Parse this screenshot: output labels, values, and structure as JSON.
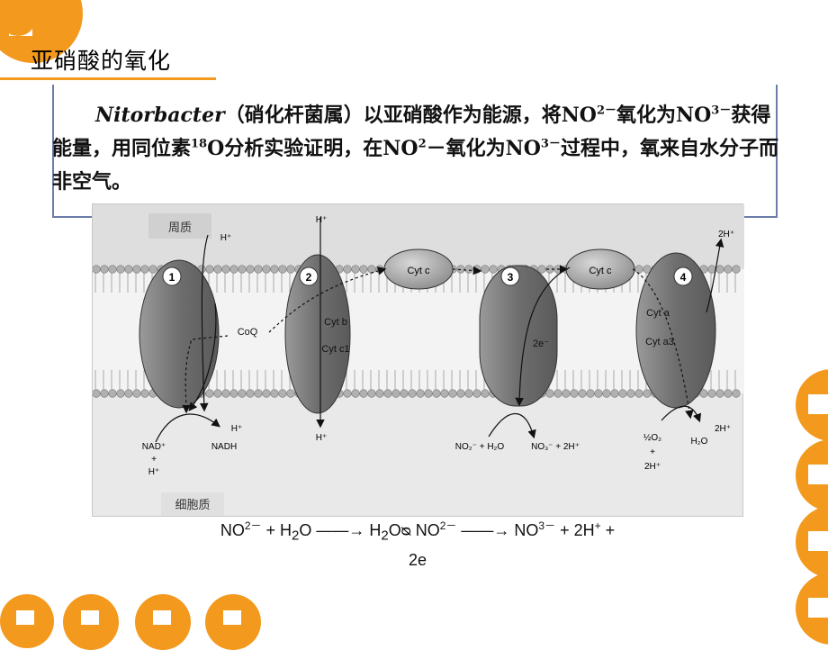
{
  "slide": {
    "title": "亚硝酸的氧化",
    "paragraph": {
      "genus_latin": "Nitorbacter",
      "text_1": "（硝化杆菌属）以亚硝酸作为能源，将NO",
      "sup_1": "2－",
      "text_2": "氧化为NO",
      "sup_2": "3－",
      "text_3": "获得能量，用同位素",
      "sup_3": "18",
      "text_4": "O分析实验证明，在NO",
      "sup_4": "2",
      "text_5": "－氧化为NO",
      "sup_5": "3－",
      "text_6": "过程中，氧来自水分子而非空气。"
    }
  },
  "diagram": {
    "region_top": "周质",
    "region_bottom": "细胞质",
    "complexes": [
      {
        "number": "1"
      },
      {
        "number": "2",
        "labels": [
          "Cyt b",
          "Cyt c1"
        ]
      },
      {
        "number": "3",
        "labels": [
          "2e⁻"
        ]
      },
      {
        "number": "4",
        "labels": [
          "Cyt a",
          "Cyt a3"
        ]
      }
    ],
    "mobile_carriers": [
      "Cyt c",
      "Cyt c",
      "CoQ"
    ],
    "labels": {
      "h_top_1": "H⁺",
      "h_top_2": "H⁺",
      "h_top_4": "2H⁺",
      "h_bottom_1": "H⁺",
      "h_bottom_2": "H⁺",
      "h_bottom_4": "2H⁺",
      "nad": "NAD⁺",
      "nad_plus": "+",
      "nad_h": "H⁺",
      "nadh": "NADH",
      "no2_h2o": "NO₂⁻ + H₂O",
      "no3_2h": "NO₃⁻ + 2H⁺",
      "half_o2": "½O₂",
      "o2_plus": "+",
      "o2_2h": "2H⁺",
      "h2o": "H₂O"
    }
  },
  "equation": {
    "part_1": "NO",
    "sup_1": "2－",
    "part_2": " + H",
    "sub_2": "2",
    "part_3": "O ——→ H",
    "sub_3": "2",
    "part_4": "O",
    "glyph": "ᴓ",
    "part_5": " NO",
    "sup_5": "2－",
    "part_6": " ——→ NO",
    "sup_6": "3－",
    "part_7": " + 2H",
    "sup_7": "+",
    "part_8": " +",
    "line_2": "2e"
  },
  "colors": {
    "accent_orange": "#f39a1e",
    "frame_blue": "#6b7ea8",
    "protein_gray": "#7a7a7a"
  }
}
